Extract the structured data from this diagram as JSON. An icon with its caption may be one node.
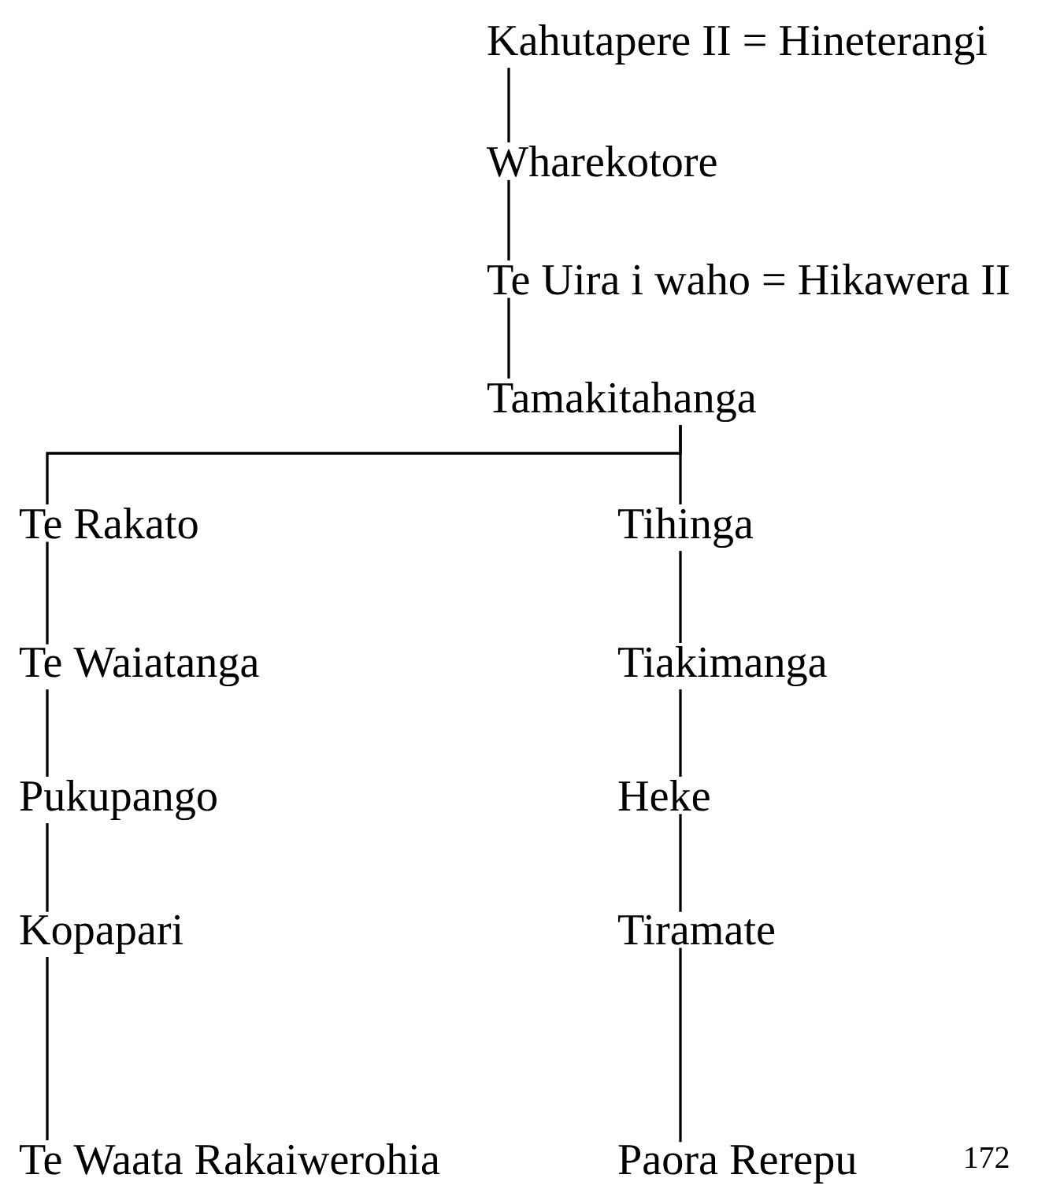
{
  "diagram": {
    "nodes": [
      {
        "text": [
          "Kahutapere II = Hineterangi"
        ]
      },
      {
        "text": [
          "Wharekotore"
        ]
      },
      {
        "text": [
          "Te Uira i waho = Hikawera II"
        ]
      },
      {
        "text": [
          "Tamakitahanga"
        ]
      },
      {
        "text": [
          "Te Rakato"
        ]
      },
      {
        "text": [
          "Te Waiatanga"
        ]
      },
      {
        "text": [
          "Pukupango"
        ]
      },
      {
        "text": [
          "Kopapari"
        ]
      },
      {
        "text": [
          "Te Waata Rakaiwerohia"
        ]
      },
      {
        "text": [
          "Tihinga"
        ]
      },
      {
        "text": [
          "Tiakimanga"
        ]
      },
      {
        "text": [
          "Heke"
        ]
      },
      {
        "text": [
          "Tiramate"
        ]
      },
      {
        "text": [
          "Paora Rerepu"
        ]
      }
    ],
    "edges": [
      {
        "from": 0,
        "to": 1,
        "arrow": "none"
      },
      {
        "from": 1,
        "to": 2,
        "arrow": "none"
      },
      {
        "from": 2,
        "to": 3,
        "arrow": "none"
      },
      {
        "from": 3,
        "to": 4,
        "arrow": "none"
      },
      {
        "from": 4,
        "to": 5,
        "arrow": "none"
      },
      {
        "from": 5,
        "to": 6,
        "arrow": "none"
      },
      {
        "from": 6,
        "to": 7,
        "arrow": "none"
      },
      {
        "from": 7,
        "to": 8,
        "arrow": "none"
      },
      {
        "from": 3,
        "to": 9,
        "arrow": "none"
      },
      {
        "from": 9,
        "to": 10,
        "arrow": "none"
      },
      {
        "from": 10,
        "to": 11,
        "arrow": "none"
      },
      {
        "from": 11,
        "to": 12,
        "arrow": "none"
      },
      {
        "from": 12,
        "to": 13,
        "arrow": "none"
      }
    ],
    "labels": [
      "172"
    ]
  }
}
